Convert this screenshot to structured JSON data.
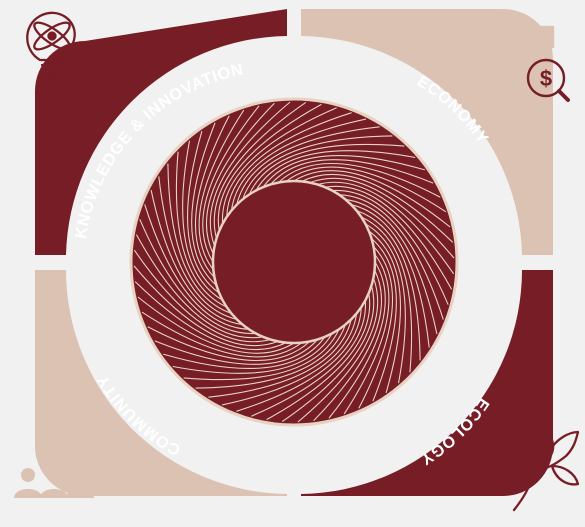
{
  "colors": {
    "background": "#f1f1f1",
    "maroon": "#761d26",
    "beige": "#dcc2b3",
    "line": "#e8d2c2"
  },
  "quadrants": [
    {
      "label": "KNOWLEDGE & INNOVATION",
      "color": "maroon",
      "icon": "lightbulb-atom-icon"
    },
    {
      "label": "ECONOMY",
      "color": "beige",
      "icon": "chart-dollar-icon"
    },
    {
      "label": "ECOLOGY",
      "color": "maroon",
      "icon": "leaf-branch-icon"
    },
    {
      "label": "COMMUNITY",
      "color": "beige",
      "icon": "people-group-icon"
    }
  ]
}
